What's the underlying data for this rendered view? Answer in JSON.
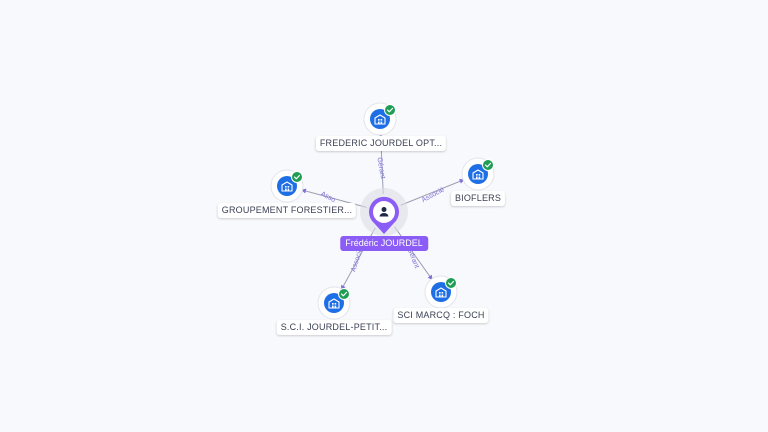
{
  "center": {
    "label": "Frédéric JOURDEL",
    "icon": "person-icon"
  },
  "companies": [
    {
      "label": "FREDERIC JOURDEL OPT...",
      "relation": "Gérant",
      "icon": "building-icon",
      "verified": true
    },
    {
      "label": "BIOFLERS",
      "relation": "Associé",
      "icon": "building-icon",
      "verified": true
    },
    {
      "label": "GROUPEMENT FORESTIER...",
      "relation": "Asso",
      "icon": "building-icon",
      "verified": true
    },
    {
      "label": "S.C.I. JOURDEL-PETIT...",
      "relation": "Associé",
      "icon": "building-icon",
      "verified": true
    },
    {
      "label": "SCI MARCQ : FOCH",
      "relation": "Gérant",
      "icon": "building-icon",
      "verified": true
    }
  ],
  "colors": {
    "accent": "#8b5cf6",
    "company_fill": "#1e6fe6",
    "verified": "#1f9d55",
    "edge": "#9aa0b4",
    "edge_label": "#7c6fd8"
  }
}
